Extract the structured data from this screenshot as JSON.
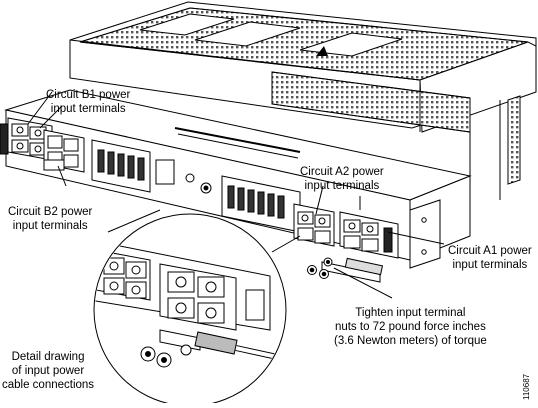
{
  "callouts": {
    "b1": [
      "Circuit B1 power",
      "input terminals"
    ],
    "b2": [
      "Circuit B2 power",
      "input terminals"
    ],
    "a2": [
      "Circuit A2 power",
      "input terminals"
    ],
    "a1": [
      "Circuit A1 power",
      "input terminals"
    ],
    "torque": [
      "Tighten input terminal",
      "nuts to 72 pound force inches",
      "(3.6 Newton meters) of torque"
    ],
    "detail": [
      "Detail drawing",
      "of input power",
      "cable connections"
    ]
  },
  "figure_id": "110687"
}
